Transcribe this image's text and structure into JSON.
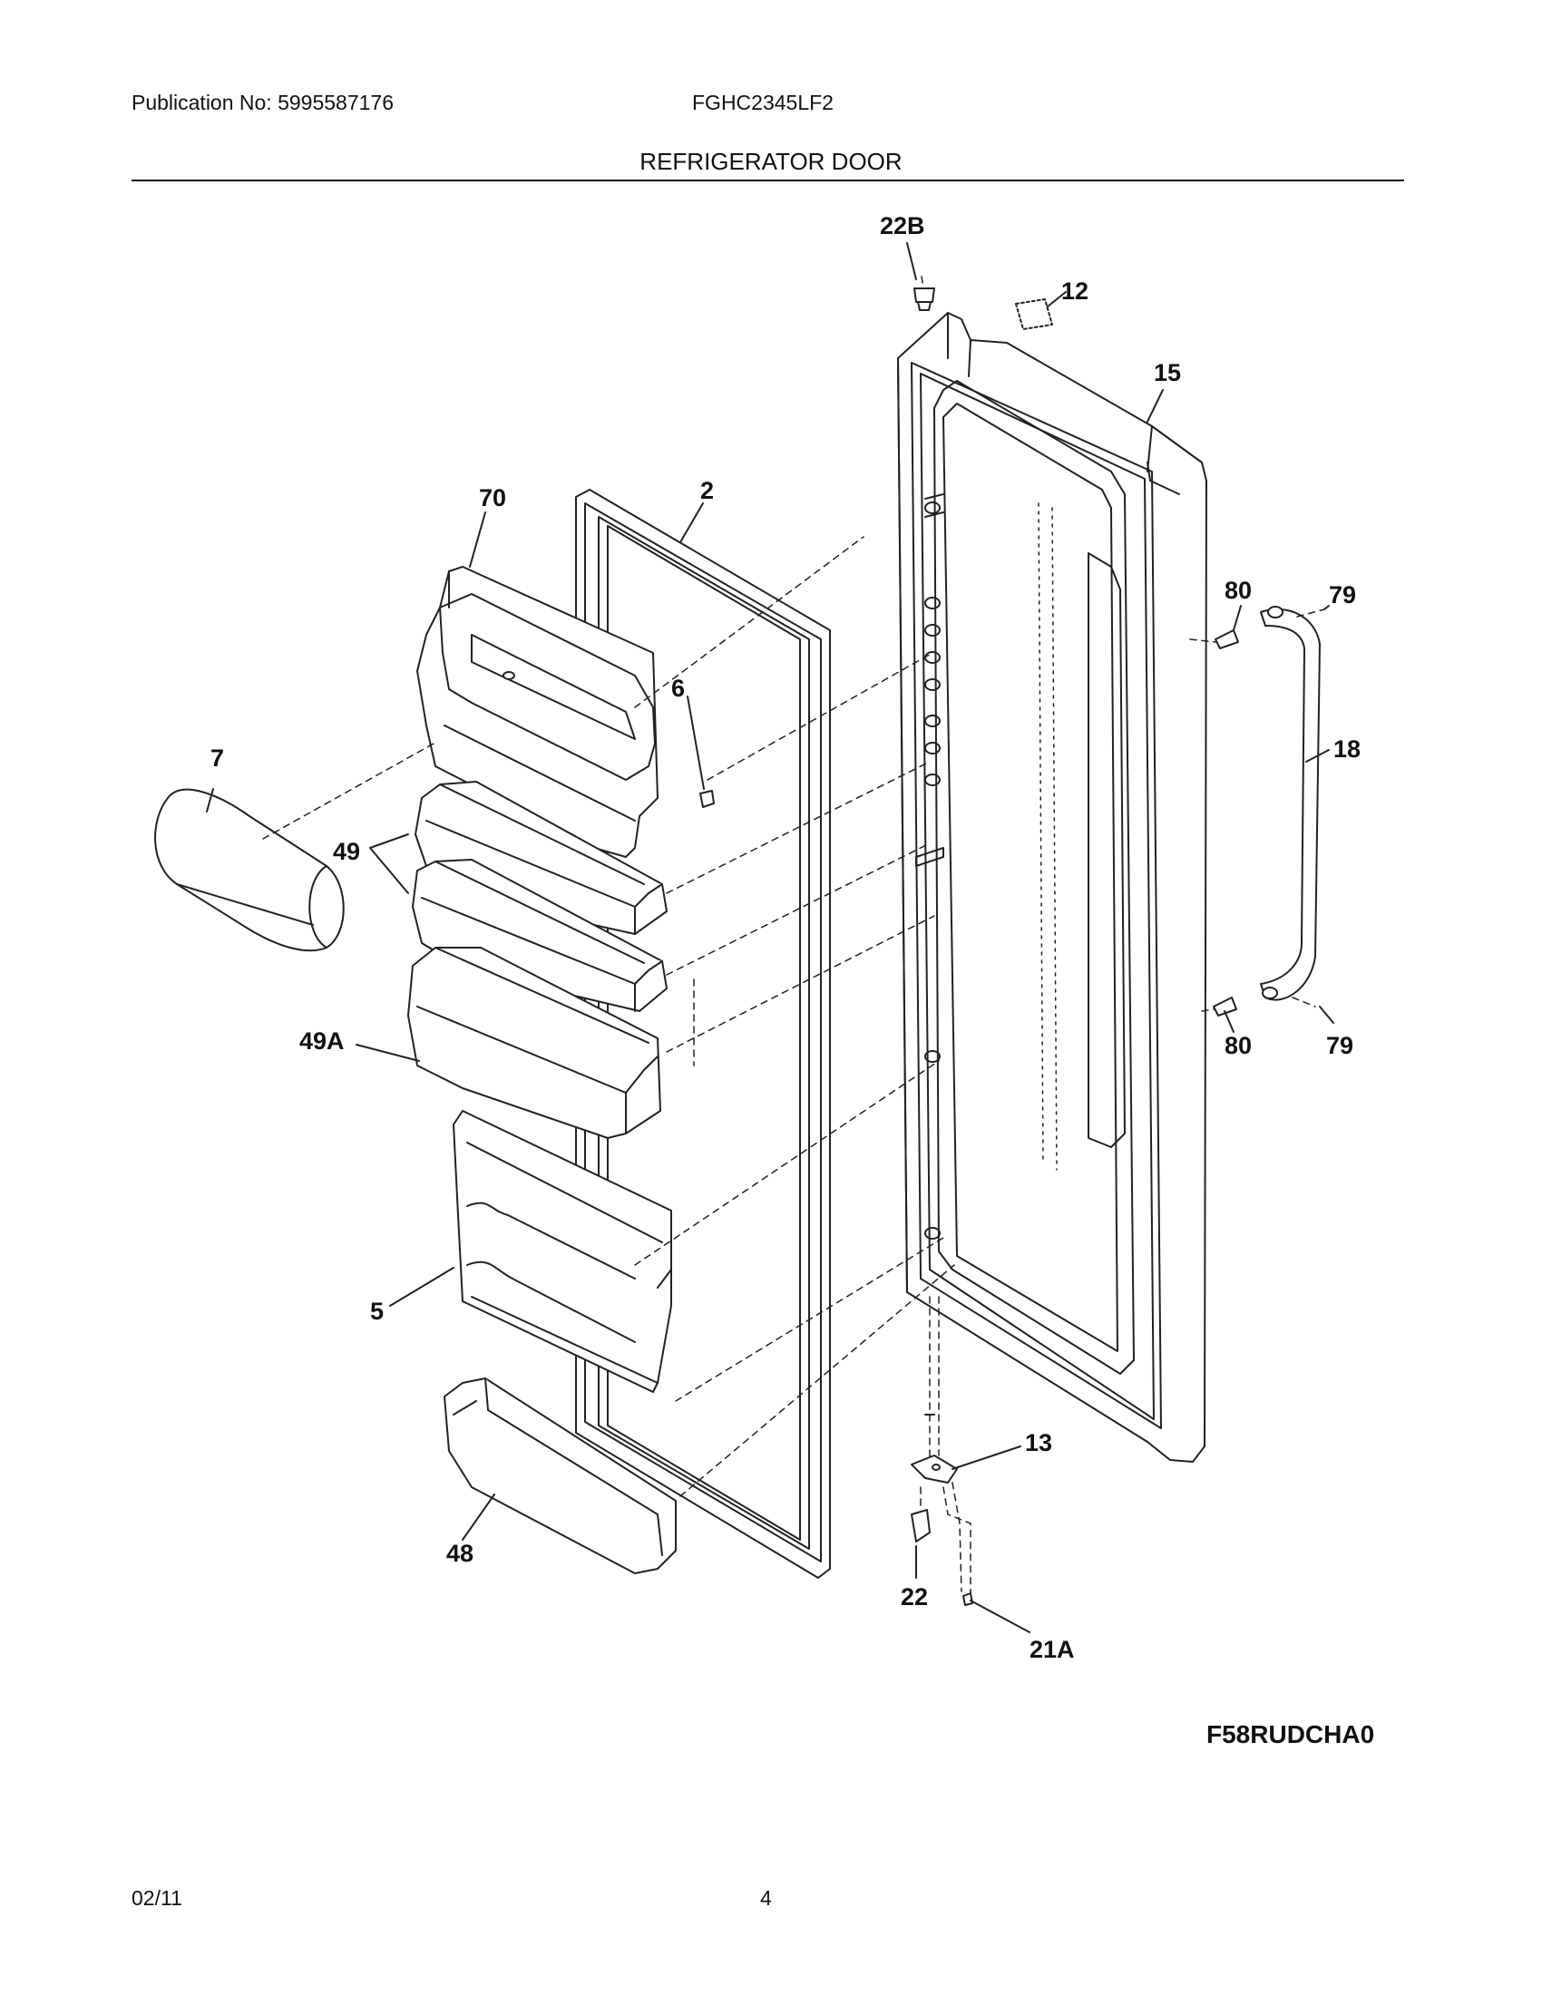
{
  "header": {
    "publication": "Publication No: 5995587176",
    "model": "FGHC2345LF2",
    "title": "REFRIGERATOR DOOR"
  },
  "diagram": {
    "code": "F58RUDCHA0",
    "labels": {
      "l22b": "22B",
      "l12": "12",
      "l15": "15",
      "l70": "70",
      "l2": "2",
      "l80a": "80",
      "l79a": "79",
      "l6": "6",
      "l18": "18",
      "l7": "7",
      "l49": "49",
      "l80b": "80",
      "l79b": "79",
      "l49a": "49A",
      "l5": "5",
      "l13": "13",
      "l48": "48",
      "l22": "22",
      "l21a": "21A"
    }
  },
  "footer": {
    "date": "02/11",
    "page": "4"
  }
}
